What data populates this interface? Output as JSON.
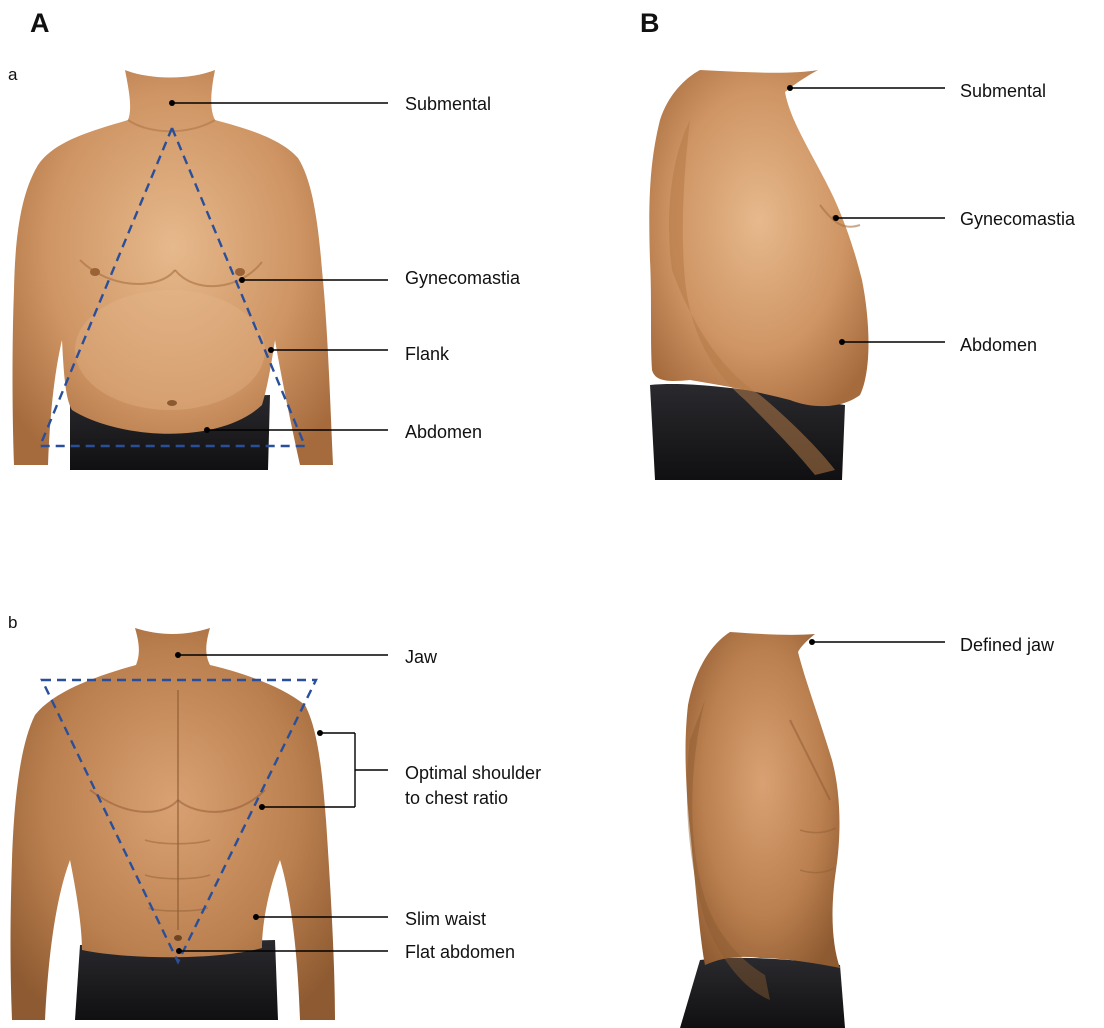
{
  "panels": {
    "A": "A",
    "B": "B",
    "a": "a",
    "b": "b"
  },
  "labels": {
    "top_front": [
      "Submental",
      "Gynecomastia",
      "Flank",
      "Abdomen"
    ],
    "top_side": [
      "Submental",
      "Gynecomastia",
      "Abdomen"
    ],
    "bottom_front": [
      "Jaw",
      "Optimal shoulder",
      "to chest ratio",
      "Slim waist",
      "Flat abdomen"
    ],
    "bottom_side": [
      "Defined jaw"
    ]
  },
  "colors": {
    "skin": "#c98e5a",
    "skin_shadow": "#9c6537",
    "shorts": "#1c1c1e",
    "triangle": "#2a4f9a"
  }
}
